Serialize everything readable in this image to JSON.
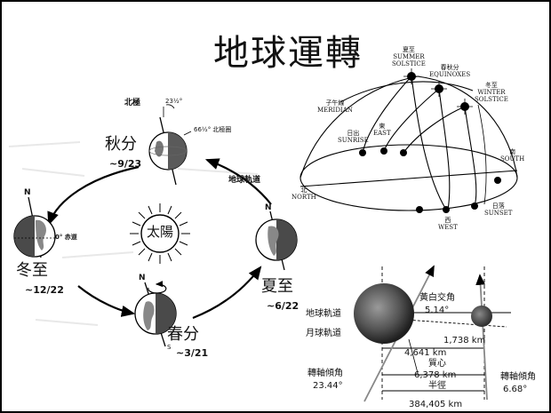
{
  "title": "地球運轉",
  "orbit": {
    "north_pole": "北極",
    "tilt_top": "23½°",
    "arctic_circle": "66½° 北極圈",
    "equator": "0° 赤道",
    "orbit_label": "地球軌道",
    "sun": "太陽",
    "pole_marker": "N",
    "south_marker": "S",
    "autumn": {
      "name": "秋分",
      "date": "~9/23"
    },
    "winter": {
      "name": "冬至",
      "date": "~12/22"
    },
    "spring": {
      "name": "春分",
      "date": "~3/21"
    },
    "summer": {
      "name": "夏至",
      "date": "~6/22"
    }
  },
  "sky": {
    "summer_solstice": [
      "夏至",
      "SUMMER",
      "SOLSTICE"
    ],
    "equinoxes": [
      "春秋分",
      "EQUINOXES"
    ],
    "winter_solstice": [
      "冬至",
      "WINTER",
      "SOLSTICE"
    ],
    "meridian": [
      "子午線",
      "MERIDIAN"
    ],
    "sunrise": [
      "日出",
      "SUNRISE"
    ],
    "east": [
      "東",
      "EAST"
    ],
    "south": [
      "南",
      "SOUTH"
    ],
    "north": [
      "北",
      "NORTH"
    ],
    "west": [
      "西",
      "WEST"
    ],
    "sunset": [
      "日落",
      "SUNSET"
    ]
  },
  "earth_moon": {
    "ecliptic_angle_label": "黃白交角",
    "ecliptic_angle_value": "5.14°",
    "earth_orbit": "地球軌道",
    "moon_orbit": "月球軌道",
    "moon_radius": "1,738 km",
    "barycenter_value": "4,641 km",
    "barycenter_label": "質心",
    "earth_radius_value": "6,378 km",
    "earth_radius_label": "半徑",
    "earth_tilt_label": "轉軸傾角",
    "earth_tilt_value": "23.44°",
    "moon_tilt_label": "轉軸傾角",
    "moon_tilt_value": "6.68°",
    "distance": "384,405 km"
  }
}
